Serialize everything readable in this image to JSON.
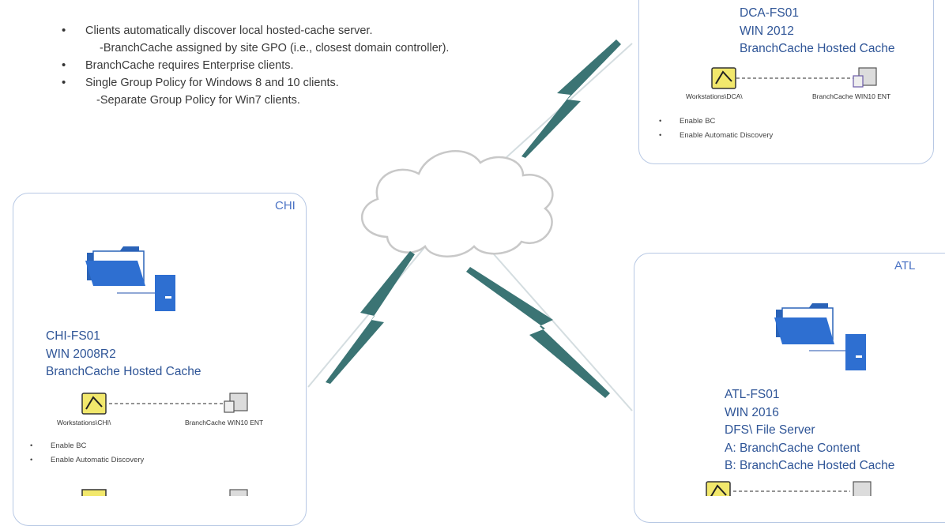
{
  "notes": [
    {
      "text": "Clients automatically discover local hosted-cache server.",
      "kind": "bullet"
    },
    {
      "text": "-BranchCache assigned by site GPO (i.e., closest domain controller).",
      "kind": "sub"
    },
    {
      "text": "BranchCache requires Enterprise clients.",
      "kind": "bullet"
    },
    {
      "text": "Single Group Policy for Windows 8 and 10 clients.",
      "kind": "bullet"
    },
    {
      "text": "-Separate Group Policy for Win7  clients.",
      "kind": "sub2"
    }
  ],
  "sites": {
    "dca": {
      "server": "DCA-FS01",
      "os": "WIN 2012",
      "role": "BranchCache Hosted Cache",
      "workstations_label": "Workstations\\DCA\\",
      "client_label": "BranchCache WIN10 ENT",
      "bullets": [
        "Enable BC",
        "Enable Automatic Discovery"
      ]
    },
    "chi": {
      "label": "CHI",
      "server": "CHI-FS01",
      "os": "WIN 2008R2",
      "role": "BranchCache Hosted Cache",
      "workstations_label": "Workstations\\CHI\\",
      "client_label": "BranchCache WIN10 ENT",
      "bullets": [
        "Enable BC",
        "Enable Automatic Discovery"
      ]
    },
    "atl": {
      "label": "ATL",
      "server": "ATL-FS01",
      "os": "WIN 2016",
      "role1": "DFS\\ File Server",
      "role2": "A:  BranchCache Content",
      "role3": "B:  BranchCache Hosted Cache"
    }
  },
  "colors": {
    "box_border": "#b7c8e4",
    "site_label": "#4a72c4",
    "server_text": "#2f5597",
    "folder_blue": "#2e6fd1",
    "lightning": "#3b7474"
  }
}
